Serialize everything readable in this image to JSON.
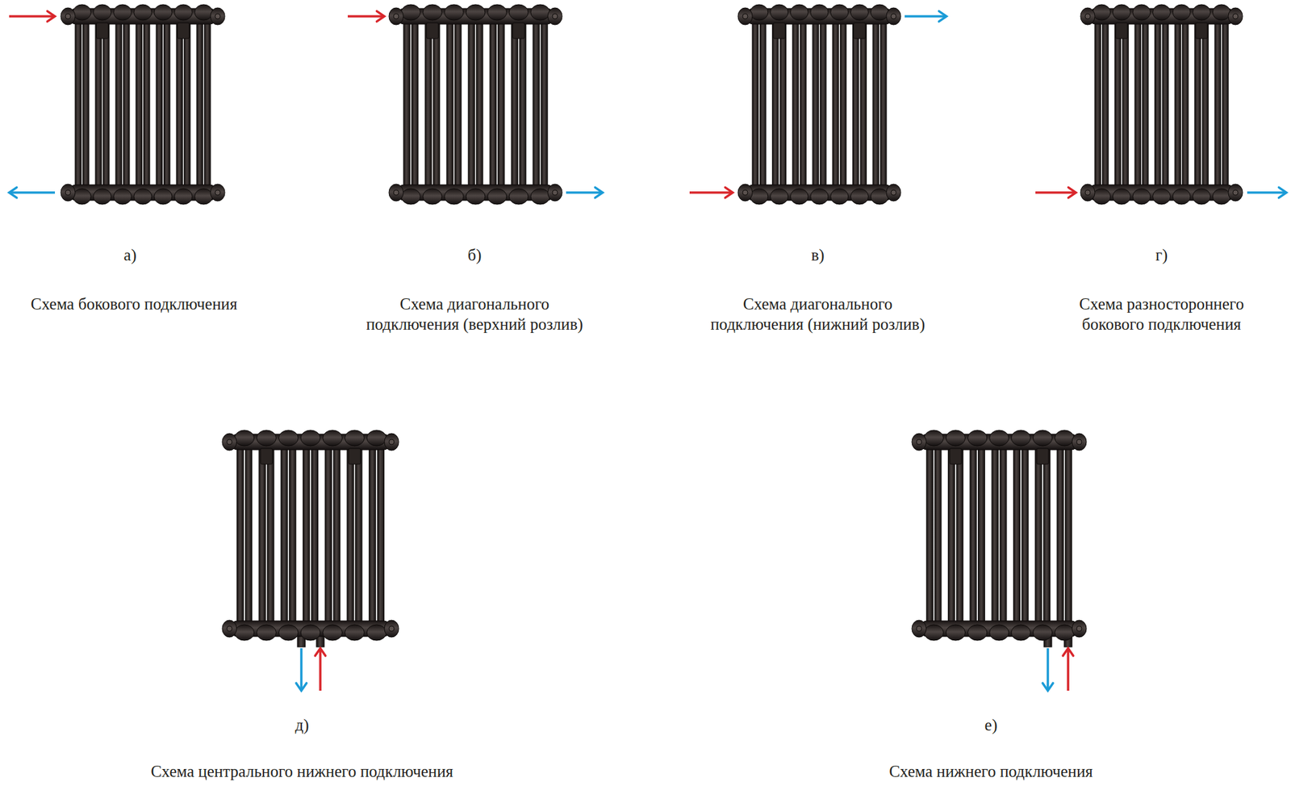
{
  "diagram": {
    "labels": [
      "а)",
      "Схема бокового подключения",
      "б)",
      "Схема диагонального подключения (верхний розлив)",
      "в)",
      "Схема диагонального подключения (нижний розлив)",
      "г)",
      "Схема разностороннего бокового подключения",
      "д)",
      "Схема центрального нижнего подключения",
      "е)",
      "Схема нижнего подключения"
    ]
  }
}
